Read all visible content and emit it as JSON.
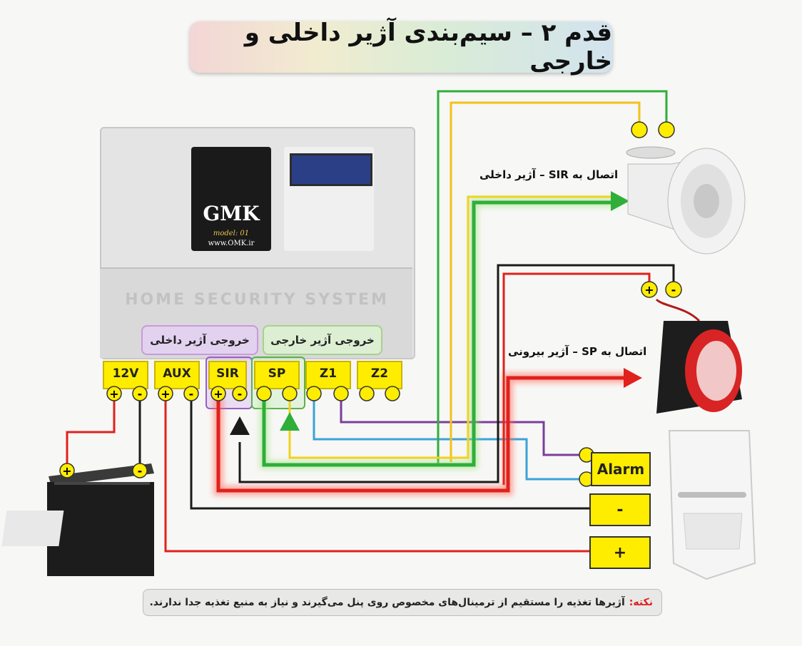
{
  "title": "قدم ۲ – سیم‌بندی آژیر داخلی و خارجی",
  "panel": {
    "brand": "GMK",
    "model": "model: 01",
    "website": "www.OMK.ir",
    "engraving": "HOME SECURITY SYSTEM"
  },
  "output_labels": {
    "internal": "خروجی آژیر داخلی",
    "external": "خروجی آژیر خارجی"
  },
  "terminals": [
    {
      "label": "12V"
    },
    {
      "label": "AUX"
    },
    {
      "label": "SIR"
    },
    {
      "label": "SP"
    },
    {
      "label": "Z1"
    },
    {
      "label": "Z2"
    }
  ],
  "signs": {
    "plus": "+",
    "minus": "-"
  },
  "callouts": {
    "sir": "اتصال به SIR – آژیر داخلی",
    "sp": "اتصال به SP – آژیر بیرونی"
  },
  "detector_boxes": {
    "alarm": "Alarm",
    "minus": "-",
    "plus": "+"
  },
  "note": {
    "prefix": "نکته:",
    "text": "آژیرها تغذیه را مستقیم از ترمینال‌های مخصوص روی پنل می‌گیرند و نیاز به منبع تغذیه جدا ندارند."
  },
  "wire_colors": {
    "red": "#e0211c",
    "black": "#1a1a1a",
    "green": "#2fae3a",
    "yellow": "#f2c21a",
    "purple": "#7a3e9d",
    "blue": "#3aa3d8",
    "terminal": "#ffed00"
  }
}
